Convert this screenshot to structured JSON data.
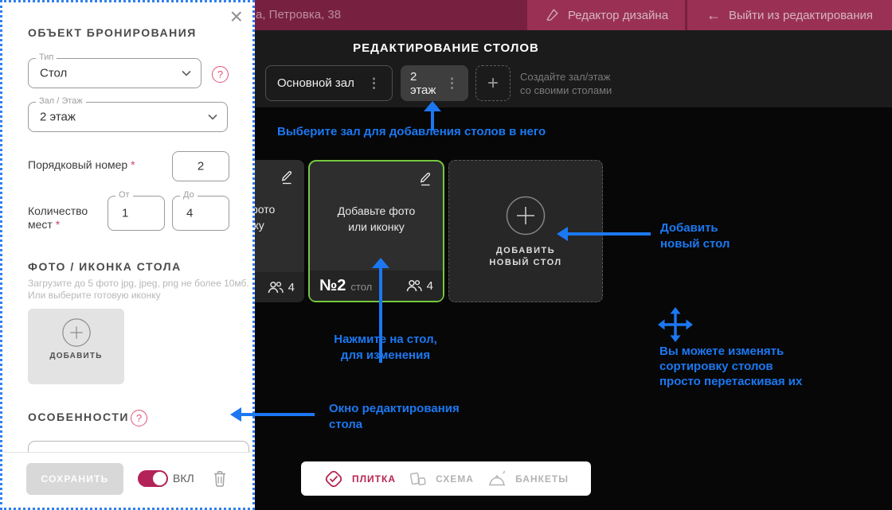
{
  "top_bar": {
    "location": "а, Петровка, 38",
    "design_editor": "Редактор дизайна",
    "exit_editing": "Выйти из редактирования",
    "exit_arrow": "←"
  },
  "panel": {
    "title": "ОБЪЕКТ БРОНИРОВАНИЯ",
    "close": "×",
    "fields": {
      "type": {
        "label": "Тип",
        "value": "Стол"
      },
      "hall": {
        "label": "Зал / Этаж",
        "value": "2 этаж"
      },
      "order": {
        "label": "Порядковый номер ",
        "required_mark": "*",
        "value": "2"
      },
      "seats": {
        "label_line1": "Количество",
        "label_line2": "мест ",
        "required_mark": "*",
        "from_label": "От",
        "from_value": "1",
        "to_label": "До",
        "to_value": "4"
      }
    },
    "photo_section": {
      "title": "ФОТО / ИКОНКА СТОЛА",
      "hint_line1": "Загрузите до 5 фото jpg, jpeg, png не более 10мб.",
      "hint_line2": "Или выберите готовую иконку",
      "add_label": "ДОБАВИТЬ"
    },
    "features": {
      "title": "ОСОБЕННОСТИ",
      "help_mark": "?"
    },
    "type_help_mark": "?",
    "footer": {
      "save_label": "СОХРАНИТЬ",
      "toggle_label": "ВКЛ"
    }
  },
  "editor": {
    "title": "РЕДАКТИРОВАНИЕ СТОЛОВ",
    "tabs": {
      "main_hall": "Основной зал",
      "floor2": "2 этаж",
      "kebab": "⋮",
      "add_plus": "+"
    },
    "create_hint_line1": "Создайте зал/этаж",
    "create_hint_line2": "со своими столами",
    "cards": {
      "placeholder_line1": "Добавьте фото",
      "placeholder_line2": "или иконку",
      "selected_number": "№2",
      "selected_type": "стол",
      "selected_seats": "4",
      "partial_seats": "4",
      "add_line1": "ДОБАВИТЬ",
      "add_line2": "НОВЫЙ СТОЛ"
    },
    "view_tabs": {
      "tiles": "ПЛИТКА",
      "scheme": "СХЕМА",
      "banquets": "БАНКЕТЫ"
    }
  },
  "annotations": {
    "choose_hall": "Выберите зал для добавления столов в него",
    "click_table_line1": "Нажмите на стол,",
    "click_table_line2": "для изменения",
    "add_new_line1": "Добавить",
    "add_new_line2": "новый стол",
    "drag_line1": "Вы можете изменять",
    "drag_line2": "сортировку столов",
    "drag_line3": "просто перетаскивая их",
    "edit_window_line1": "Окно редактирования",
    "edit_window_line2": "стола"
  },
  "colors": {
    "accent_blue": "#1b78f2",
    "panel_border_blue": "#2f7ff0",
    "maroon_dark": "#77203f",
    "maroon_light": "#9a3155",
    "selected_green": "#74c83d",
    "crimson_active": "#b6244f",
    "toggle_on": "#b3235a"
  }
}
